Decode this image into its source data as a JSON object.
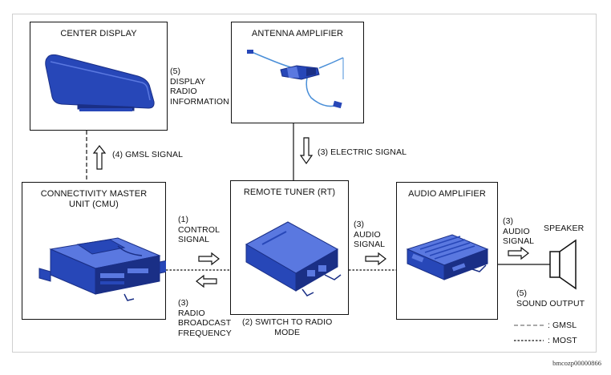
{
  "boxes": {
    "center_display": "CENTER DISPLAY",
    "antenna_amplifier": "ANTENNA AMPLIFIER",
    "cmu_line1": "CONNECTIVITY MASTER",
    "cmu_line2": "UNIT (CMU)",
    "remote_tuner": "REMOTE TUNER (RT)",
    "audio_amplifier": "AUDIO AMPLIFIER"
  },
  "labels": {
    "display_radio_info": [
      "(5)",
      "DISPLAY",
      "RADIO",
      "INFORMATION"
    ],
    "gmsl_signal": "(4) GMSL SIGNAL",
    "electric_signal": "(3) ELECTRIC SIGNAL",
    "control_signal": [
      "(1)",
      "CONTROL",
      "SIGNAL"
    ],
    "radio_broadcast": [
      "(3)",
      "RADIO",
      "BROADCAST",
      "FREQUENCY"
    ],
    "switch_to_radio": [
      "(2) SWITCH TO RADIO",
      "MODE"
    ],
    "audio_signal_rt": [
      "(3)",
      "AUDIO",
      "SIGNAL"
    ],
    "audio_signal_amp": [
      "(3)",
      "AUDIO",
      "SIGNAL"
    ],
    "speaker": "SPEAKER",
    "sound_output": [
      "(5)",
      "SOUND OUTPUT"
    ]
  },
  "legend": {
    "gmsl": ": GMSL",
    "most": ": MOST"
  },
  "image_code": "bmcozp00000866",
  "colors": {
    "device_blue": "#2747b8",
    "device_dark": "#1a2f86",
    "device_light": "#5a78e0",
    "antenna_cable": "#4a8fd8",
    "line": "#111111"
  }
}
